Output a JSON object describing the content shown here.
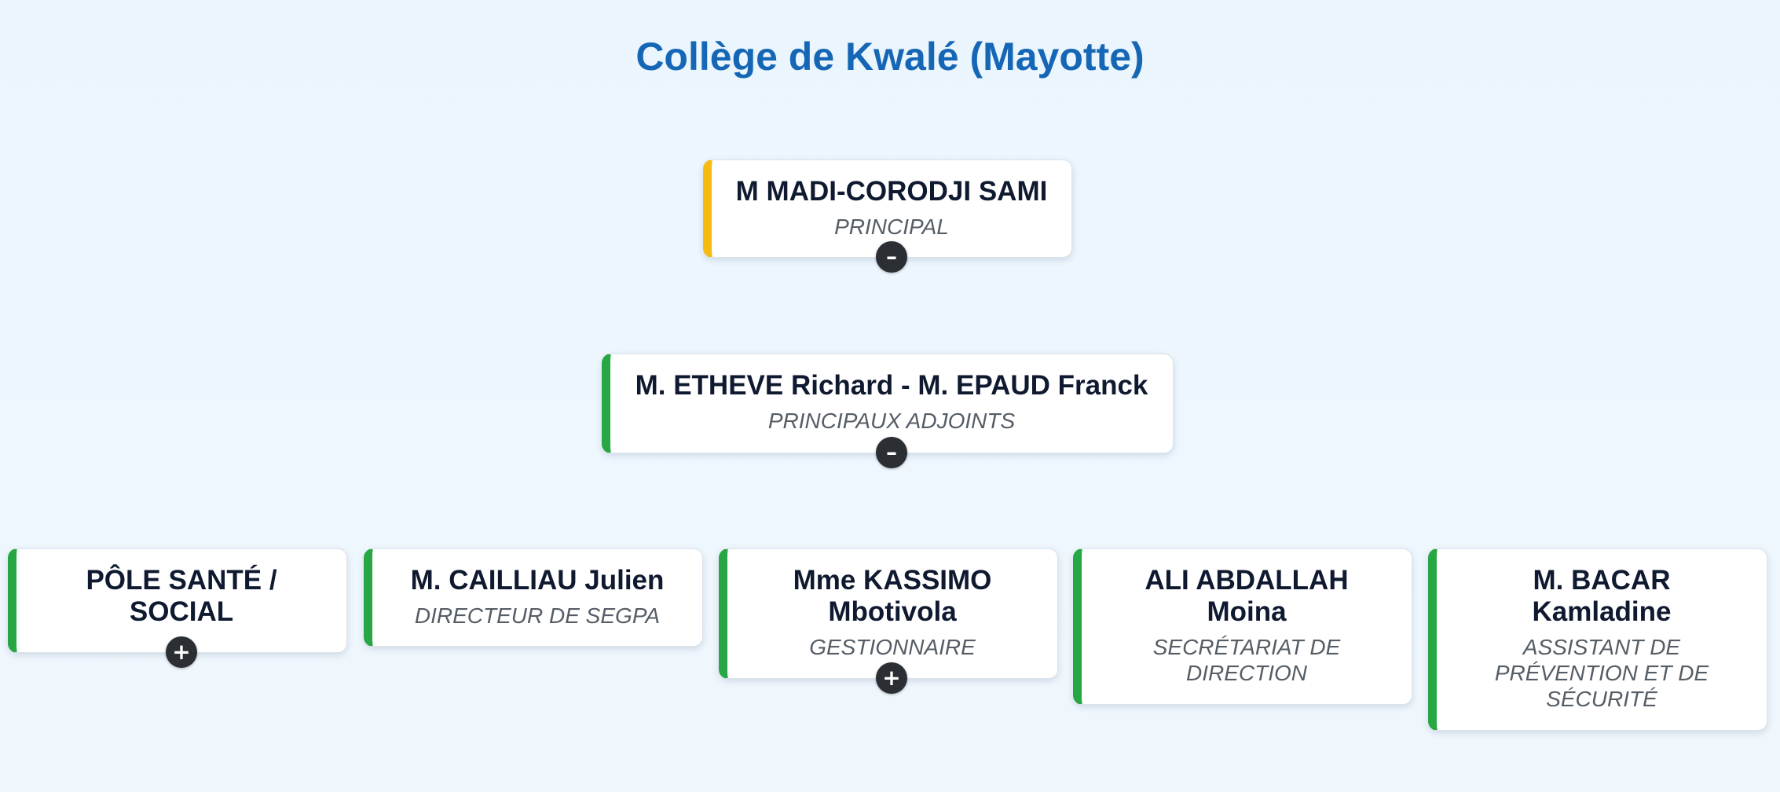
{
  "title": "Collège de Kwalé (Mayotte)",
  "colors": {
    "title": "#1567b5",
    "root_accent": "#f5bb10",
    "child_accent": "#27a744",
    "toggle": "#2b2f34"
  },
  "root": {
    "name": "M MADI-CORODJI SAMI",
    "role": "PRINCIPAL",
    "toggle": "–"
  },
  "deputies": {
    "name": "M. ETHEVE Richard - M. EPAUD Franck",
    "role": "PRINCIPAUX ADJOINTS",
    "toggle": "–"
  },
  "staff": [
    {
      "name": "PÔLE SANTÉ / SOCIAL",
      "role": "",
      "toggle": "+"
    },
    {
      "name": "M. CAILLIAU Julien",
      "role": "DIRECTEUR DE SEGPA"
    },
    {
      "name": "Mme KASSIMO Mbotivola",
      "role": "GESTIONNAIRE",
      "toggle": "+"
    },
    {
      "name": "ALI ABDALLAH Moina",
      "role": "SECRÉTARIAT DE DIRECTION"
    },
    {
      "name": "M. BACAR Kamladine",
      "role": "ASSISTANT DE PRÉVENTION ET DE SÉCURITÉ"
    }
  ]
}
